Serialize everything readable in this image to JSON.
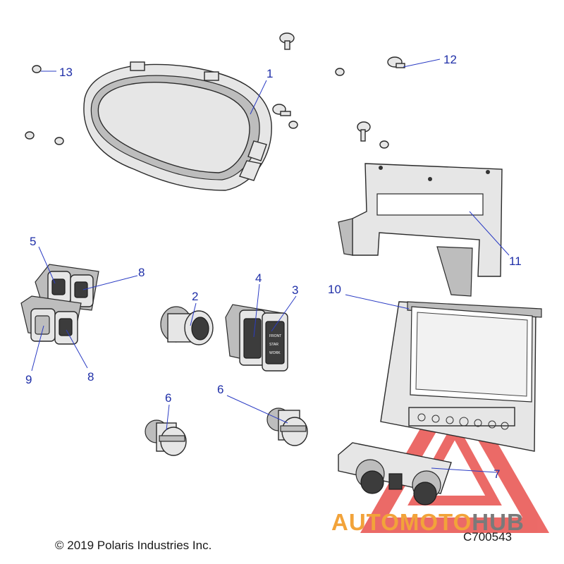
{
  "diagram": {
    "callouts": {
      "c1": "1",
      "c2": "2",
      "c3": "3",
      "c4": "4",
      "c5": "5",
      "c6a": "6",
      "c6b": "6",
      "c7": "7",
      "c8a": "8",
      "c8b": "8",
      "c9": "9",
      "c10": "10",
      "c11": "11",
      "c12": "12",
      "c13": "13"
    },
    "switch_text": {
      "line1": "FRONT",
      "line2": "STAR",
      "line3": "WORK"
    }
  },
  "footer": {
    "copyright": "© 2019 Polaris Industries Inc.",
    "code": "C700543"
  },
  "watermark": {
    "part1": "AUTOMOTO",
    "part2": "HUB",
    "colors": {
      "orange": "#f2a33a",
      "red": "#e53935",
      "grey": "#7a7a7a"
    }
  },
  "colors": {
    "callout": "#1f2fa8"
  }
}
